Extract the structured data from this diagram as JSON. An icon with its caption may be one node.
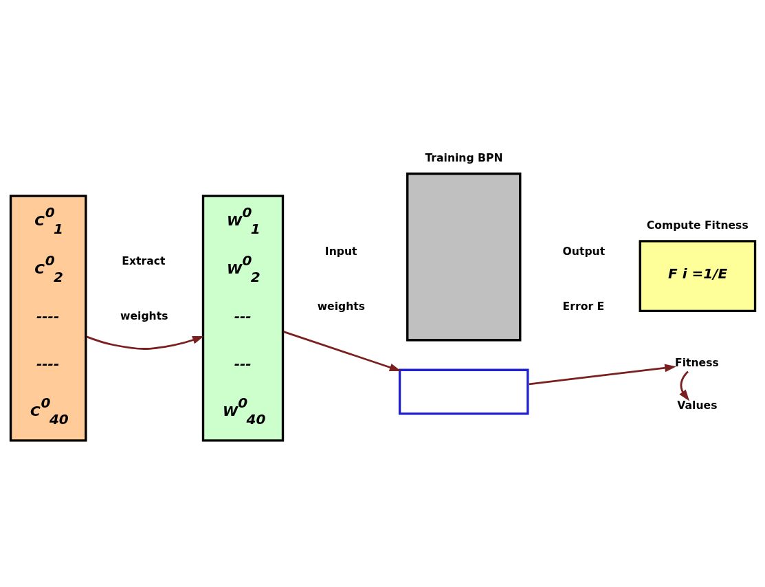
{
  "diagram": {
    "nodes": [
      {
        "text": [
          "C$^{0}$$_{1}$",
          "C$^{0}$$_{2}$",
          "----",
          "----",
          "C$^{0}$$_{40}$"
        ]
      },
      {
        "text": [
          "W$^{0}$$_{1}$",
          "W$^{0}$$_{2}$",
          "---",
          "---",
          "W$^{0}$$_{40}$"
        ]
      },
      {
        "text": [],
        "shape": "box",
        "beside": [
          "Training BPN"
        ]
      },
      {
        "text": [],
        "shape": "box"
      },
      {
        "text": [
          "F i =1/E"
        ],
        "beside": [
          "Compute Fitness"
        ]
      },
      {
        "text": [
          "Fitness"
        ]
      },
      {
        "text": [
          "Values"
        ]
      }
    ],
    "edges": [
      {
        "from": 0,
        "to": 1,
        "arrow": "to"
      },
      {
        "from": 1,
        "to": 3,
        "arrow": "to"
      },
      {
        "from": 3,
        "to": 5,
        "arrow": "to"
      },
      {
        "from": 5,
        "to": 6,
        "arrow": "to"
      }
    ],
    "labels": [
      "Extract",
      "Input",
      "Output",
      "weights",
      "weights",
      "Error E"
    ]
  }
}
